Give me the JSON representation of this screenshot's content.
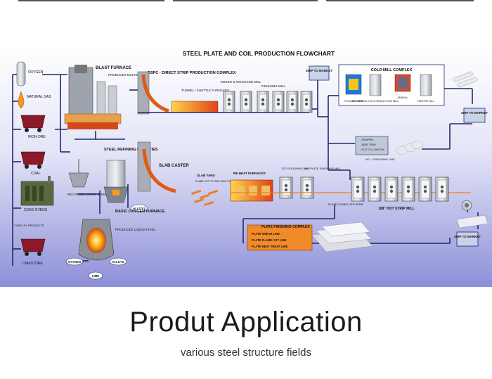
{
  "diagram": {
    "title": "STEEL PLATE AND COIL PRODUCTION FLOWCHART",
    "raw_materials": [
      "OXYGEN",
      "NATURAL GAS",
      "IRON ORE",
      "COAL",
      "COKE OVENS",
      "LIMESTONE"
    ],
    "coke_note": "COKE, BY PRODUCTS",
    "blast_furnace": {
      "title": "BLAST FURNACE",
      "subtitle": "PRODUCES MOLTEN IRON"
    },
    "dspc": "DSPC - DIRECT STRIP PRODUCTION COMPLEX",
    "tunnel": "TUNNEL / SHUTTLE FURNACES",
    "edger": "EDGER & ROUGHING MILL",
    "finishing_mill": "FINISHING MILL",
    "ship1": "SHIP TO MARKET",
    "cold_mill": {
      "title": "COLD MILL COMPLEX",
      "items": [
        "PICKLING LINE",
        "REVERSING COLD REDUCTION MILL",
        "ANNEAL",
        "TEMPER MILL"
      ]
    },
    "ship2": "SHIP TO MARKET",
    "finishing_line": {
      "items": [
        "- TEMPER",
        "- SIDE TRIM",
        "- CUT TO LENGTH"
      ],
      "label": "NO. 1 FINISHING LINE"
    },
    "steel_refining": "STEEL REFINING FACILITIES",
    "recycled": "RECYCLED SCRAP STEEL",
    "alloys": "ALLOYS",
    "slab_caster": "SLAB CASTER",
    "slab_yard": {
      "title": "SLAB YARD",
      "note": "SLABS CUT TO SIZE AND CONDITIONED"
    },
    "reheat": "RE-HEAT FURNACES",
    "roughing_122": "122\" ROUGHING MILL",
    "plate_finishing_166": "166\" PLATE FINISHING MILL",
    "hot_strip": "108\" HOT STRIP MILL",
    "plate_comes_off": "PLATE COMES OFF HERE",
    "plate_complex": {
      "title": "PLATE FINISHING COMPLEX",
      "items": [
        "PLATE SHEAR LINE",
        "PLATE FLAME CUT LINE",
        "PLATE HEAT TREAT LINE"
      ]
    },
    "ship3": "SHIP TO MARKET",
    "bof": {
      "title": "BASIC OXYGEN FURNACE",
      "subtitle": "PRODUCES LIQUID STEEL"
    },
    "bof_inputs": [
      "OXYGEN",
      "ALLOYS",
      "LIME"
    ]
  },
  "caption": {
    "title": "Produt  Application",
    "subtitle": "various steel structure fields"
  },
  "colors": {
    "panel_top": "#ffffff",
    "panel_bottom": "#8d8fd8",
    "line": "#1e2a6b",
    "furnace": "#d9842b",
    "mill": "#9aa0a8",
    "orange": "#f07f1e"
  }
}
